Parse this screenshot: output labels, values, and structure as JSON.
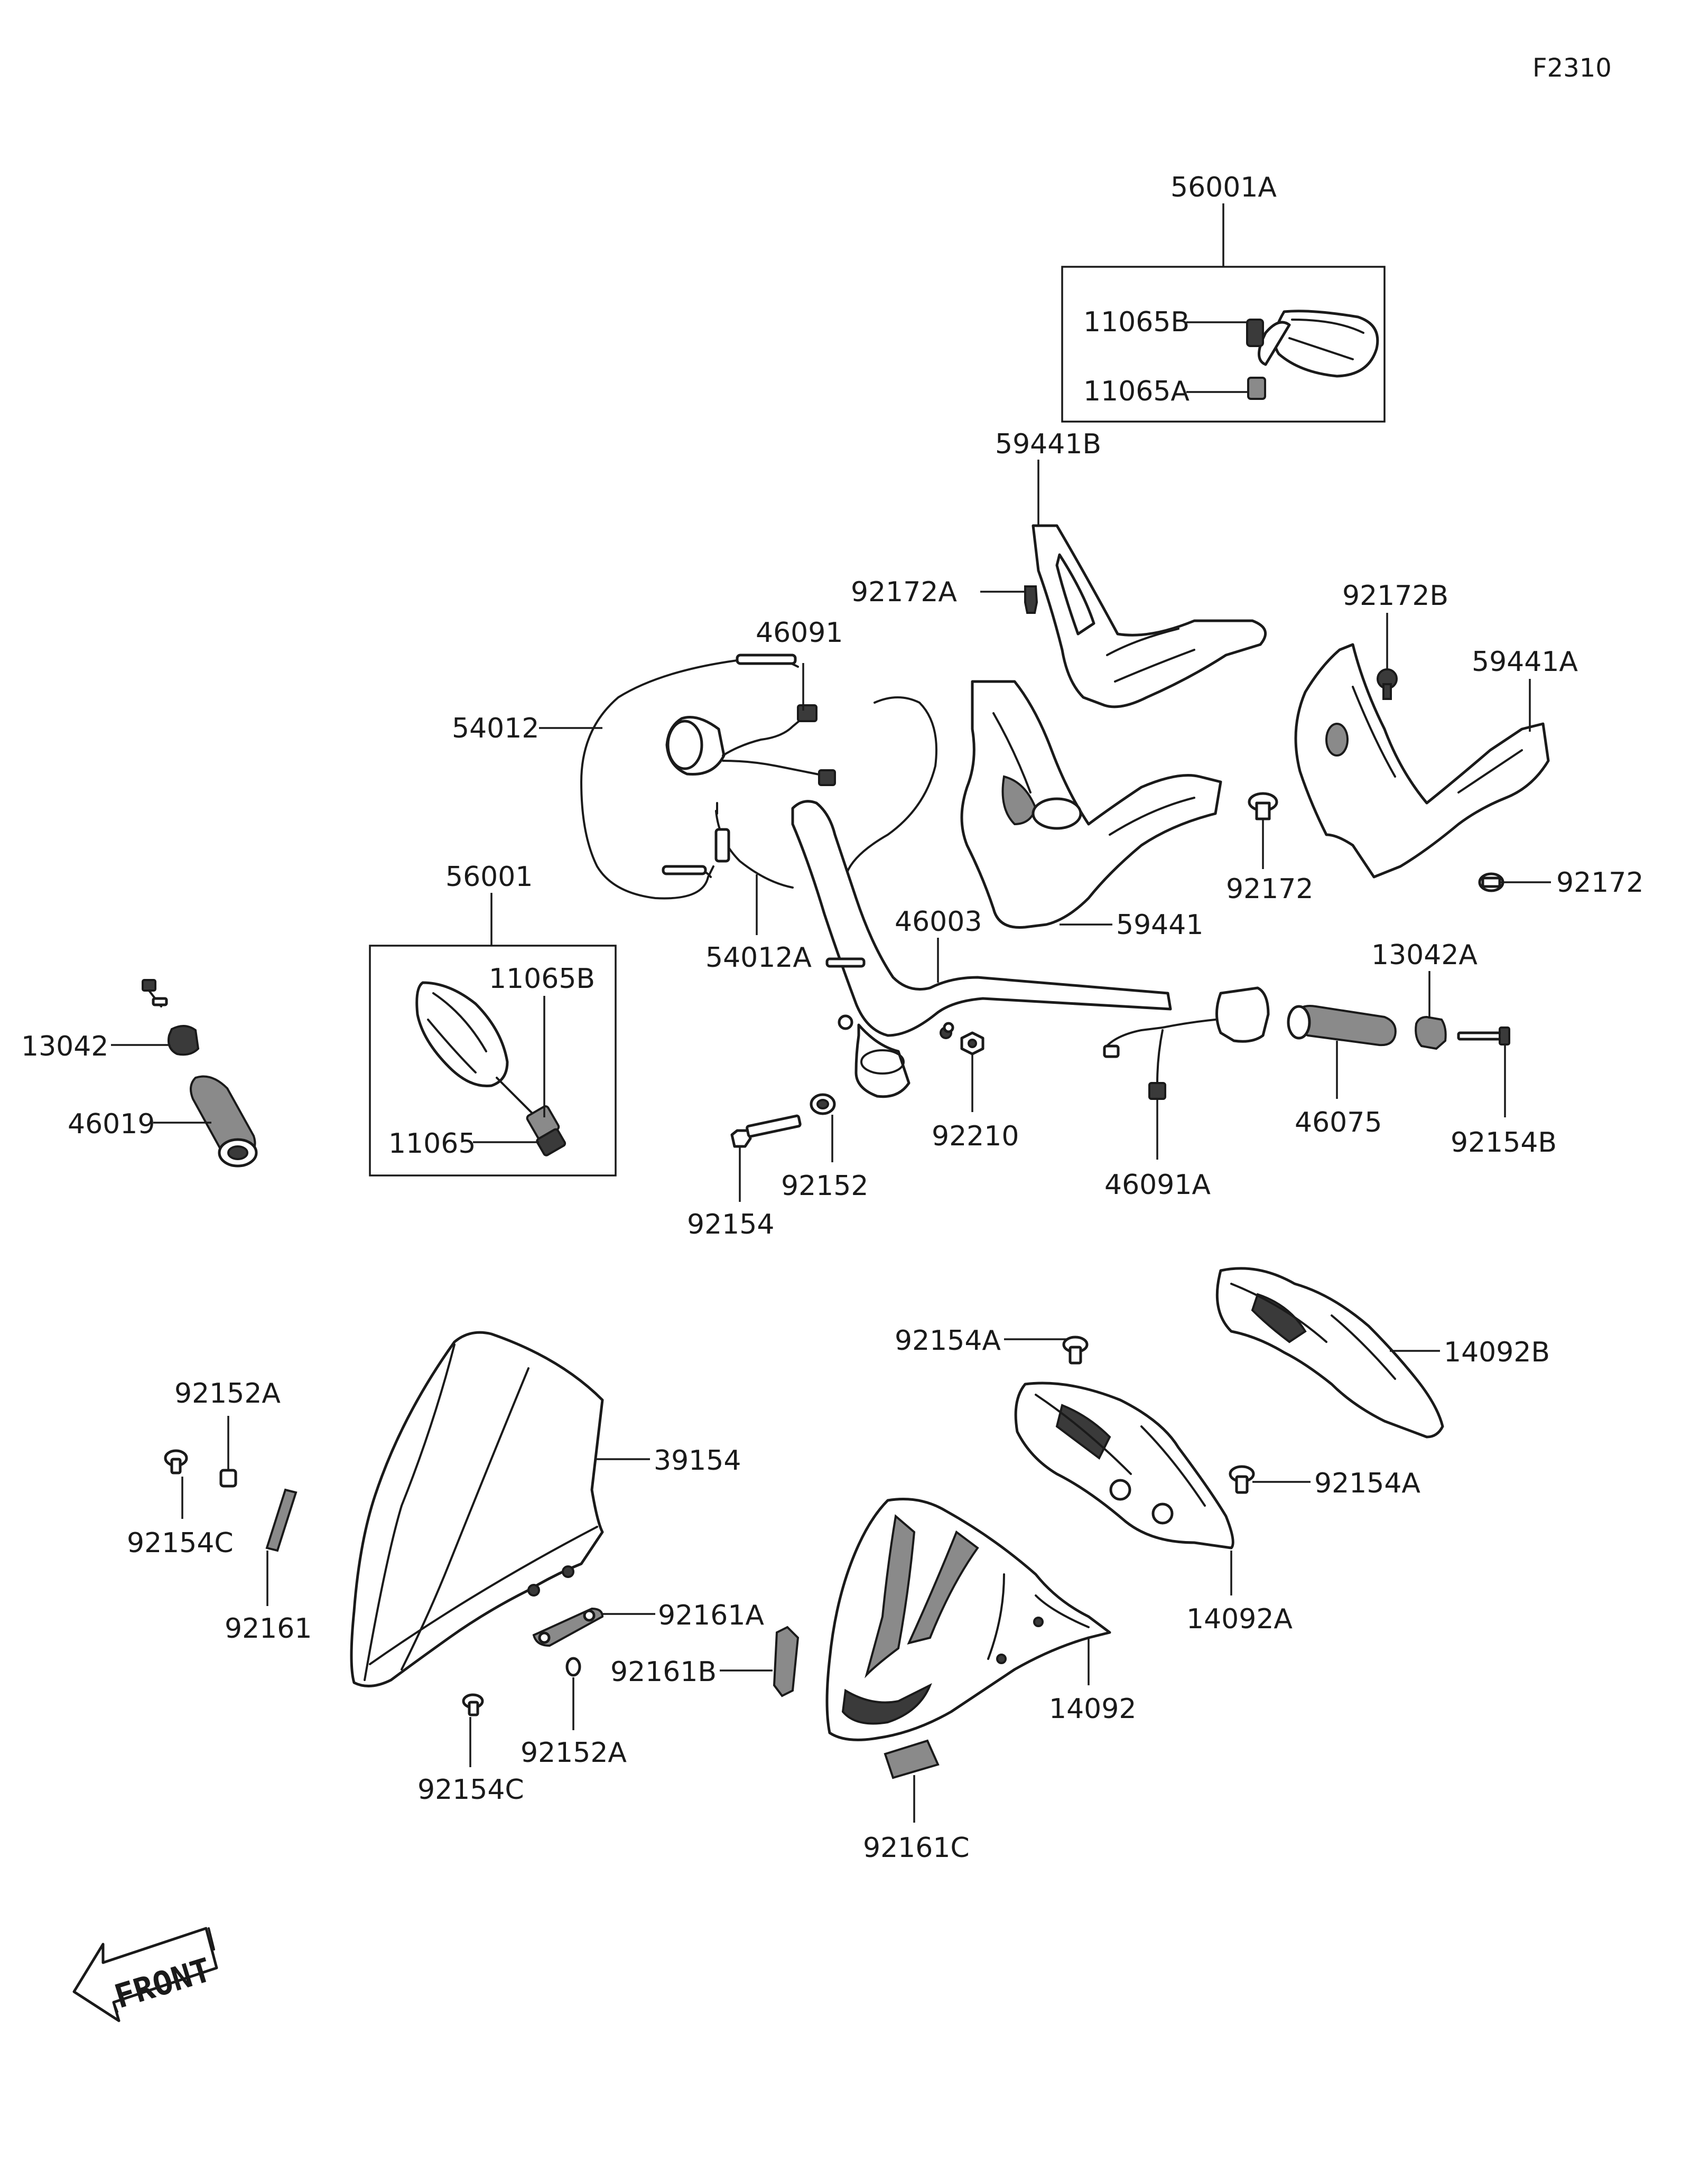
{
  "figure_code": "F2310",
  "front_label": "FRONT",
  "parts": {
    "p56001A": "56001A",
    "p11065B_top": "11065B",
    "p11065A": "11065A",
    "p59441B": "59441B",
    "p92172A": "92172A",
    "p92172B": "92172B",
    "p59441A": "59441A",
    "p46091": "46091",
    "p54012": "54012",
    "p56001": "56001",
    "p11065B_left": "11065B",
    "p11065": "11065",
    "p13042": "13042",
    "p46019": "46019",
    "p54012A": "54012A",
    "p46003": "46003",
    "p59441": "59441",
    "p92172_mid": "92172",
    "p92172_right": "92172",
    "p13042A": "13042A",
    "p92210": "92210",
    "p46075": "46075",
    "p92154B": "92154B",
    "p46091A": "46091A",
    "p92152": "92152",
    "p92154": "92154",
    "p92154A_top": "92154A",
    "p14092B": "14092B",
    "p92152A_top": "92152A",
    "p39154": "39154",
    "p92154A_right": "92154A",
    "p92154C_top": "92154C",
    "p92161": "92161",
    "p92161A": "92161A",
    "p92161B": "92161B",
    "p14092A": "14092A",
    "p14092": "14092",
    "p92152A_bottom": "92152A",
    "p92154C_bottom": "92154C",
    "p92161C": "92161C"
  }
}
